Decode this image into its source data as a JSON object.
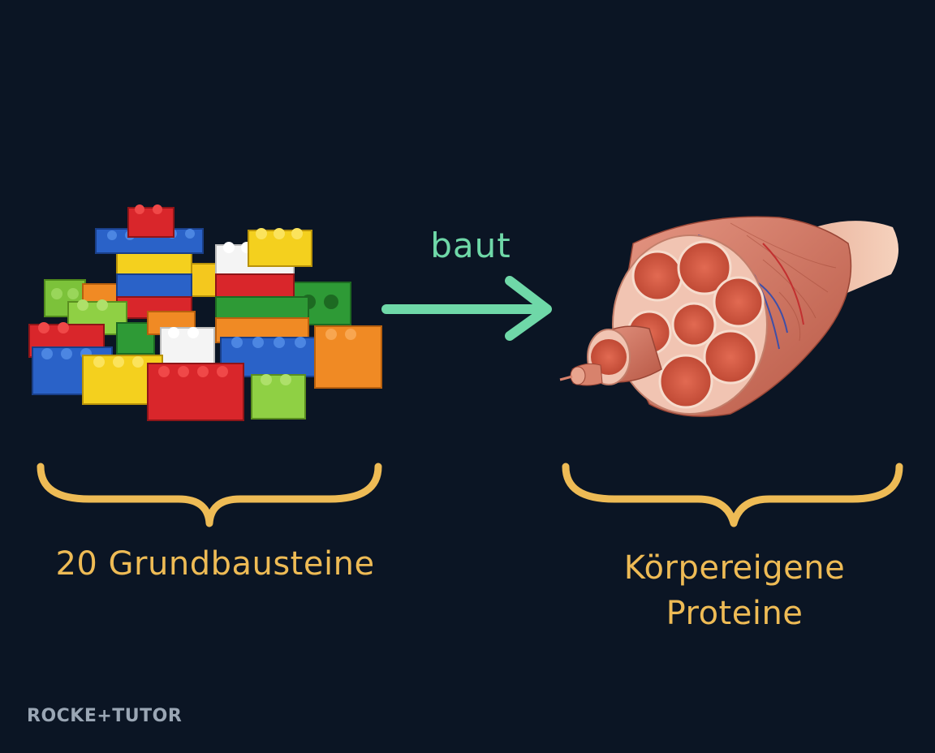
{
  "arrow_label": "baut",
  "left_label": "20 Grundbausteine",
  "right_label": {
    "line1": "Körpereigene",
    "line2": "Proteine"
  },
  "brand": "ROCKE+TUTOR",
  "colors": {
    "background": "#0b1524",
    "arrow": "#6fd8a8",
    "brace": "#eebb55",
    "label": "#eebb55",
    "brand": "#9aa6b4"
  },
  "icons": {
    "left": "lego-bricks-illustration",
    "right": "muscle-fiber-bundle-illustration"
  }
}
